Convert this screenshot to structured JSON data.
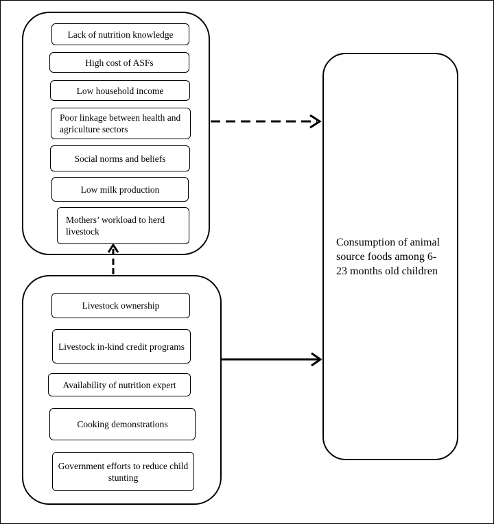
{
  "barriers": {
    "items": [
      "Lack of nutrition knowledge",
      "High cost of ASFs",
      "Low household income",
      "Poor linkage between health and agriculture sectors",
      "Social norms and beliefs",
      "Low milk production",
      "Mothers’ workload to herd livestock"
    ]
  },
  "facilitators": {
    "items": [
      "Livestock ownership",
      "Livestock in-kind credit programs",
      "Availability of nutrition expert",
      "Cooking demonstrations",
      "Government efforts to reduce child stunting"
    ]
  },
  "outcome": {
    "label": "Consumption of animal source foods among 6-23 months old children"
  }
}
